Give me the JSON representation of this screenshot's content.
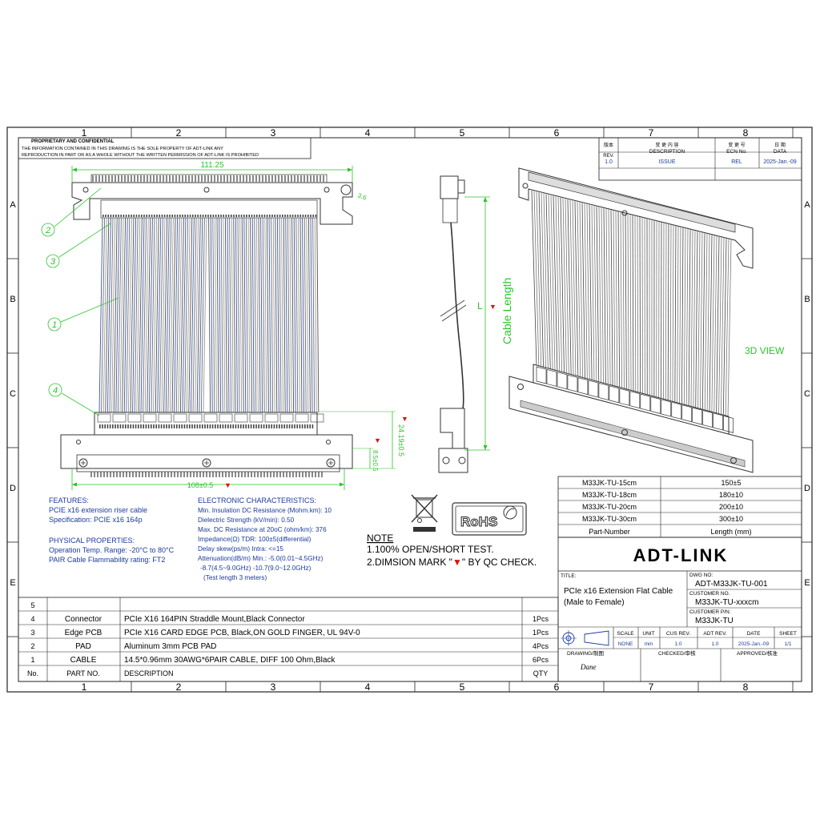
{
  "frame": {
    "col_marks": [
      "1",
      "2",
      "3",
      "4",
      "5",
      "6",
      "7",
      "8"
    ],
    "row_marks": [
      "A",
      "B",
      "C",
      "D",
      "E"
    ]
  },
  "proprietary": {
    "heading": "PROPRIETARY AND CONFIDENTIAL",
    "line1": "THE INFORMATION CONTAINED IN THIS DRAWING IS THE SOLE PROPERTY OF ADT-LINK ANY",
    "line2": "REPRODUCTION IN PART OR AS A WHOLE WITHOUT THE WRITTEN PERMISSION OF ADT-LINK IS PROHIBITED"
  },
  "revision": {
    "headers_cn": [
      "版本",
      "变 更 内 容",
      "变 更 号",
      "日 期"
    ],
    "headers": [
      "REV.",
      "DESCRIPTION",
      "ECN No.",
      "DATA"
    ],
    "row": [
      "1.0",
      "ISSUE",
      "REL",
      "2025-Jan.-09"
    ]
  },
  "dimensions": {
    "top_width": "111.25",
    "hole": "3.6",
    "bottom_width": "108±0.5",
    "height": "24.19±0.5",
    "offset": "8.5±0.5",
    "L": "L",
    "cable_length": "Cable Length",
    "view3d": "3D VIEW"
  },
  "callouts": [
    "1",
    "2",
    "3",
    "4"
  ],
  "features": {
    "title": "FEATURES:",
    "lines": [
      "PCIE x16 extension riser cable",
      "Specification:  PCIE x16 164p"
    ],
    "phys_title": "PHYSICAL PROPERTIES:",
    "phys_lines": [
      "Operation Temp. Range: -20°C to 80°C",
      "PAIR Cable Flammability rating:    FT2"
    ]
  },
  "electronic": {
    "title": "ELECTRONIC CHARACTERISTICS:",
    "lines": [
      "Min. Insulation DC Resistance (Mohm.km): 10",
      "Dielectric Strength (kV/min): 0.50",
      "Max. DC Resistance at 20oC (ohm/km): 376",
      "Impedance(Ω) TDR: 100±5(differential)",
      "Delay skew(ps/m) Intra: <=15",
      "Attenuation(dB/m) Min.: -5.0(0.01~4.5GHz)",
      "-8.7(4.5~9.0GHz) -10.7(9.0~12.0GHz)",
      "(Test length 3 meters)"
    ]
  },
  "note": {
    "title": "NOTE",
    "line1": "1.100% OPEN/SHORT TEST.",
    "line2a": "2.DIMSION MARK \"",
    "mark": "▼",
    "line2b": "\" BY QC CHECK."
  },
  "rohs": "RoHS",
  "length_table": {
    "rows": [
      [
        "M33JK-TU-15cm",
        "150±5"
      ],
      [
        "M33JK-TU-18cm",
        "180±10"
      ],
      [
        "M33JK-TU-20cm",
        "200±10"
      ],
      [
        "M33JK-TU-30cm",
        "300±10"
      ]
    ],
    "header": [
      "Part-Number",
      "Length (mm)"
    ]
  },
  "brand": "ADT-LINK",
  "title_block": {
    "title_label": "TITLE:",
    "title_line1": "PCIe x16 Extension Flat Cable",
    "title_line2": "(Male to Female)",
    "dwg_label": "DWG NO:",
    "dwg_value": "ADT-M33JK-TU-001",
    "cust_label": "CUSTOMER NO.",
    "cust_value": "M33JK-TU-xxxcm",
    "custpn_label": "CUSTOMER P/N:",
    "custpn_value": "M33JK-TU",
    "meta_headers": [
      "SCALE",
      "UNIT",
      "CUS REV.",
      "ADT REV.",
      "DATE",
      "SHEET"
    ],
    "meta_values": [
      "NONE",
      "mm",
      "1.0",
      "1.0",
      "2025-Jan.-09",
      "1/1"
    ],
    "drawing_label": "DRAWING/制图",
    "checked_label": "CHECKED/审核",
    "approved_label": "APPROVED/核准",
    "drawer": "Dane"
  },
  "bom": {
    "rows": [
      {
        "no": "5",
        "part": "",
        "desc": "",
        "qty": ""
      },
      {
        "no": "4",
        "part": "Connector",
        "desc": "PCIe X16 164PIN Straddle Mount,Black Connector",
        "qty": "1Pcs"
      },
      {
        "no": "3",
        "part": "Edge PCB",
        "desc": "PCIe X16 CARD EDGE PCB, Black,ON GOLD FINGER, UL 94V-0",
        "qty": "1Pcs"
      },
      {
        "no": "2",
        "part": "PAD",
        "desc": "Aluminum 3mm PCB PAD",
        "qty": "4Pcs"
      },
      {
        "no": "1",
        "part": "CABLE",
        "desc": "14.5*0.96mm 30AWG*6PAIR CABLE, DIFF 100 Ohm,Black",
        "qty": "6Pcs"
      }
    ],
    "header": {
      "no": "No.",
      "part": "PART NO.",
      "desc": "DESCRIPTION",
      "qty": "QTY"
    }
  }
}
